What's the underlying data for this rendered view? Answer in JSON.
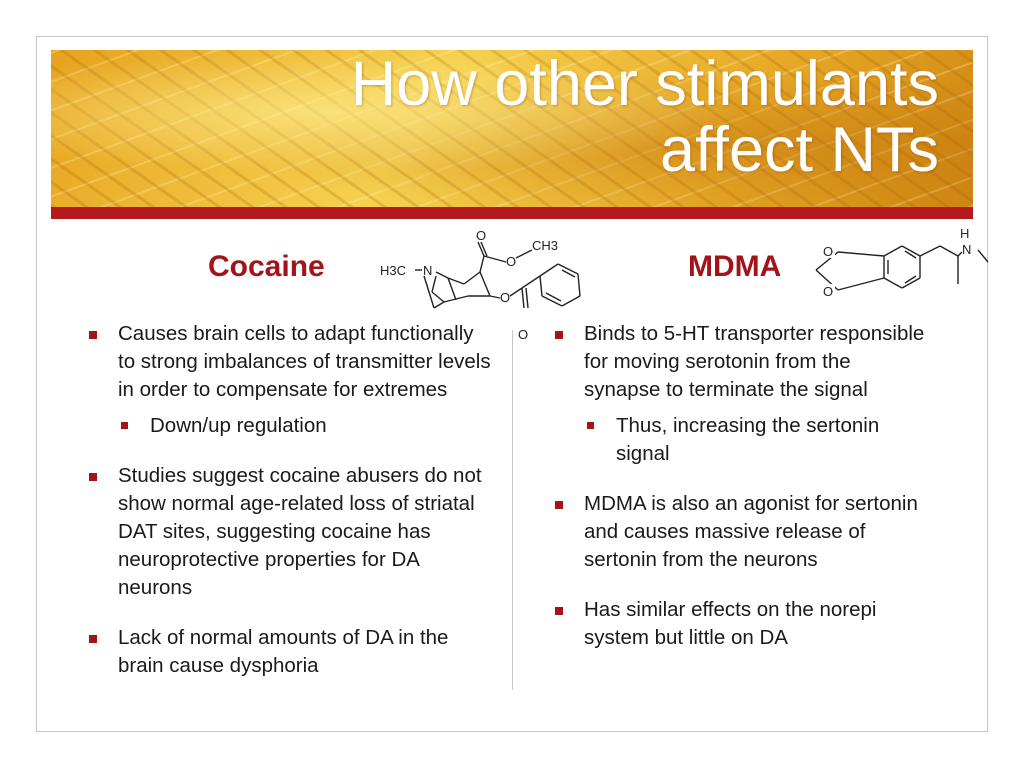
{
  "slide": {
    "title_lines": [
      "How other stimulants",
      "affect NTs"
    ],
    "accent_color": "#b3191f",
    "heading_color": "#a3141a"
  },
  "cocaine": {
    "heading": "Cocaine",
    "structure_labels": {
      "carbonyl_o_top": "O",
      "methyl_ch3": "CH3",
      "ester_o": "O",
      "n_methyl": "H3C",
      "nitrogen": "N",
      "benzoate_o": "O",
      "carbonyl_o_bottom": "O"
    },
    "bullets": [
      {
        "text": "Causes brain cells to adapt functionally to strong imbalances of transmitter levels in order to compensate for extremes",
        "sub": [
          "Down/up regulation"
        ]
      },
      {
        "text": "Studies suggest cocaine abusers do not show normal age-related loss of striatal DAT sites, suggesting cocaine has neuroprotective properties for DA neurons",
        "sub": []
      },
      {
        "text": "Lack of normal amounts of DA in the brain cause dysphoria",
        "sub": []
      }
    ]
  },
  "mdma": {
    "heading": "MDMA",
    "structure_labels": {
      "ring_o_top": "O",
      "ring_o_bottom": "O",
      "amine_h": "H",
      "amine_n": "N"
    },
    "bullets": [
      {
        "text": "Binds to 5-HT transporter responsible for moving serotonin from the synapse to terminate the signal",
        "sub": [
          "Thus, increasing the sertonin signal"
        ]
      },
      {
        "text": "MDMA is also an agonist for sertonin and causes massive release of sertonin from the neurons",
        "sub": []
      },
      {
        "text": "Has similar effects on the norepi system but little on DA",
        "sub": []
      }
    ]
  }
}
